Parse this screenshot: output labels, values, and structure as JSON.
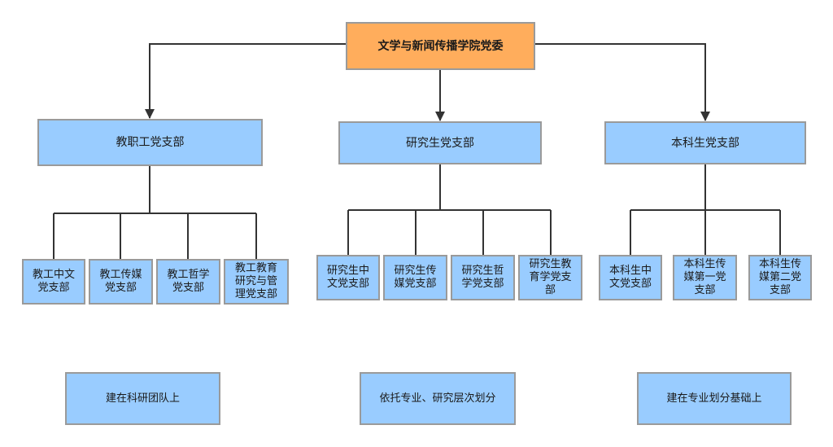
{
  "root": {
    "label": "文学与新闻传播学院党委"
  },
  "branches": [
    {
      "label": "教职工党支部",
      "children": [
        [
          "教工中文",
          "党支部"
        ],
        [
          "教工传媒",
          "党支部"
        ],
        [
          "教工哲学",
          "党支部"
        ],
        [
          "教工教育",
          "研究与管",
          "理党支部"
        ]
      ],
      "note": "建在科研团队上"
    },
    {
      "label": "研究生党支部",
      "children": [
        [
          "研究生中",
          "文党支部"
        ],
        [
          "研究生传",
          "媒党支部"
        ],
        [
          "研究生哲",
          "学党支部"
        ],
        [
          "研究生教",
          "育学党支",
          "部"
        ]
      ],
      "note": "依托专业、研究层次划分"
    },
    {
      "label": "本科生党支部",
      "children": [
        [
          "本科生中",
          "文党支部"
        ],
        [
          "本科生传",
          "媒第一党",
          "支部"
        ],
        [
          "本科生传",
          "媒第二党",
          "支部"
        ]
      ],
      "note": "建在专业划分基础上"
    }
  ],
  "colors": {
    "root_fill": "#ffad5c",
    "box_fill": "#99ccff",
    "border": "#9a9a9a",
    "connector": "#333333"
  }
}
